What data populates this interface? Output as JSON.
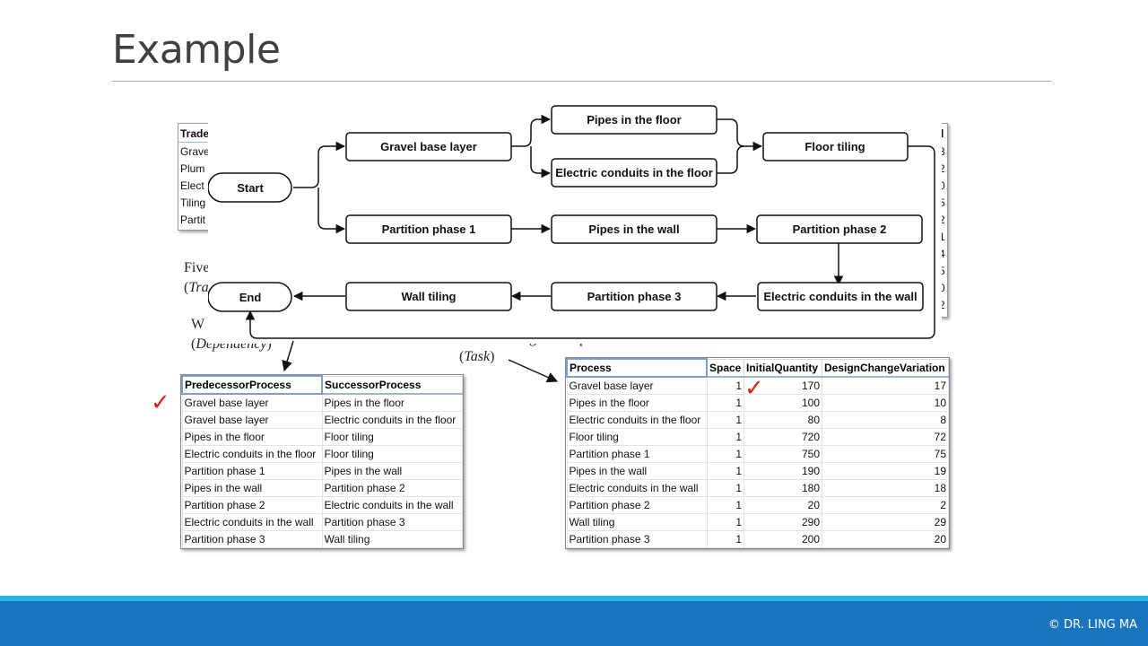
{
  "slide": {
    "title": "Example",
    "footer": "© DR. LING MA"
  },
  "background_text": {
    "five_prefix": "Five",
    "tra": "Tra",
    "w": "W",
    "dependency": "Dependency",
    "g_p": "g            p",
    "task": "Task"
  },
  "trade_table": {
    "header": "Trade",
    "rows": [
      "Grave",
      "Plum",
      "Elect",
      "Tiling",
      "Partit"
    ]
  },
  "right_partial": {
    "header": "d",
    "digits": [
      "3",
      "2",
      "0",
      "5",
      "2",
      "1",
      "4",
      "5",
      "0",
      "2"
    ]
  },
  "flowchart": {
    "nodes": {
      "start": "Start",
      "end": "End",
      "gravel": "Gravel base layer",
      "pipes_floor": "Pipes in the floor",
      "elec_floor": "Electric conduits in the floor",
      "floor_tiling": "Floor tiling",
      "part1": "Partition phase 1",
      "pipes_wall": "Pipes in the wall",
      "part2": "Partition phase 2",
      "elec_wall": "Electric conduits in the wall",
      "part3": "Partition phase 3",
      "wall_tiling": "Wall tiling"
    }
  },
  "dependency_table": {
    "columns": [
      "PredecessorProcess",
      "SuccessorProcess"
    ],
    "rows": [
      [
        "Gravel base layer",
        "Pipes in the floor"
      ],
      [
        "Gravel base layer",
        "Electric conduits in the floor"
      ],
      [
        "Pipes in the floor",
        "Floor tiling"
      ],
      [
        "Electric conduits in the floor",
        "Floor tiling"
      ],
      [
        "Partition phase 1",
        "Pipes in the wall"
      ],
      [
        "Pipes in the wall",
        "Partition phase 2"
      ],
      [
        "Partition phase 2",
        "Electric conduits in the wall"
      ],
      [
        "Electric conduits in the wall",
        "Partition phase 3"
      ],
      [
        "Partition phase 3",
        "Wall tiling"
      ]
    ]
  },
  "task_table": {
    "columns": [
      "Process",
      "Space",
      "InitialQuantity",
      "DesignChangeVariation"
    ],
    "rows": [
      [
        "Gravel base layer",
        "1",
        "170",
        "17"
      ],
      [
        "Pipes in the floor",
        "1",
        "100",
        "10"
      ],
      [
        "Electric conduits in the floor",
        "1",
        "80",
        "8"
      ],
      [
        "Floor tiling",
        "1",
        "720",
        "72"
      ],
      [
        "Partition phase 1",
        "1",
        "750",
        "75"
      ],
      [
        "Pipes in the wall",
        "1",
        "190",
        "19"
      ],
      [
        "Electric conduits in the wall",
        "1",
        "180",
        "18"
      ],
      [
        "Partition phase 2",
        "1",
        "20",
        "2"
      ],
      [
        "Wall tiling",
        "1",
        "290",
        "29"
      ],
      [
        "Partition phase 3",
        "1",
        "200",
        "20"
      ]
    ]
  },
  "marks": {
    "check": "✓"
  }
}
